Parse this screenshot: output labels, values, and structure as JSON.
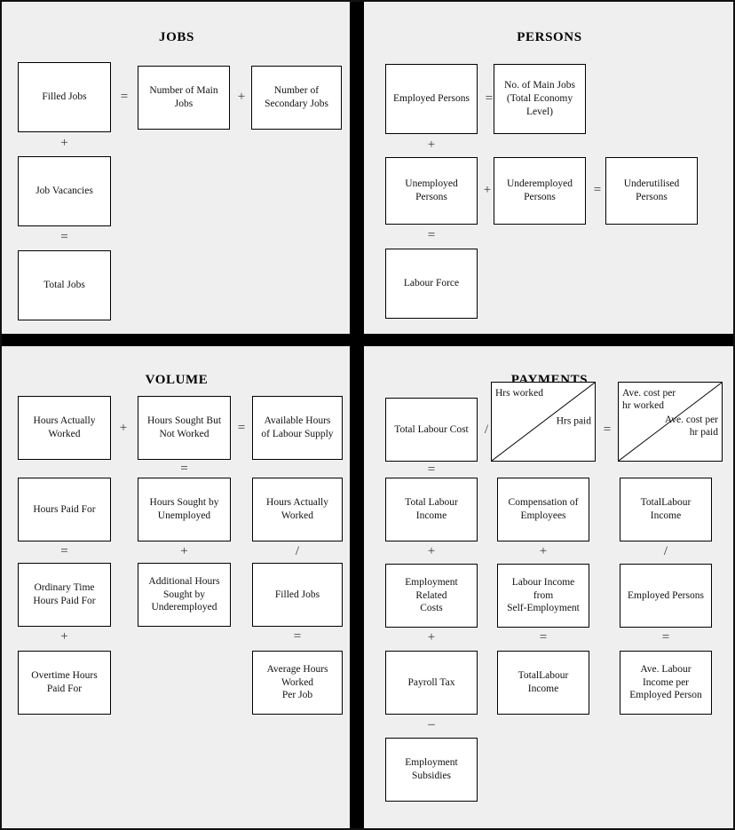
{
  "page": {
    "background": "#efefef",
    "divider_color": "#000000",
    "border_color": "#111111"
  },
  "quadrants": {
    "jobs": {
      "title": "JOBS",
      "boxes": {
        "filled_jobs": "Filled Jobs",
        "number_of_main_jobs": "Number of Main\nJobs",
        "number_of_secondary_jobs": "Number of\nSecondary Jobs",
        "job_vacancies": "Job Vacancies",
        "total_jobs": "Total Jobs"
      },
      "operators": {
        "equals_1": "=",
        "plus_1": "+",
        "plus_col1_a": "+",
        "equals_col1_b": "="
      }
    },
    "persons": {
      "title": "PERSONS",
      "boxes": {
        "employed_persons": "Employed Persons",
        "no_of_main_jobs_total_economy": "No. of Main Jobs\n(Total Economy\nLevel)",
        "unemployed_persons": "Unemployed\nPersons",
        "underemployed_persons": "Underemployed\nPersons",
        "underutilised_persons": "Underutilised\nPersons",
        "labour_force": "Labour Force"
      },
      "operators": {
        "equals_row1": "=",
        "plus_col1_a": "+",
        "plus_row2": "+",
        "equals_row2": "=",
        "equals_col1_b": "="
      }
    },
    "volume": {
      "title": "VOLUME",
      "boxes": {
        "hours_actually_worked": "Hours Actually\nWorked",
        "hours_sought_but_not_worked": "Hours Sought But\nNot Worked",
        "available_hours_of_labour_supply": "Available Hours\nof Labour Supply",
        "hours_paid_for": "Hours Paid For",
        "hours_sought_by_unemployed": "Hours Sought by\nUnemployed",
        "hours_actually_worked_2": "Hours Actually\nWorked",
        "ordinary_time_hours_paid_for": "Ordinary Time\nHours Paid For",
        "additional_hours_sought_by_underemployed": "Additional Hours\nSought by\nUnderemployed",
        "filled_jobs": "Filled Jobs",
        "overtime_hours_paid_for": "Overtime Hours\nPaid For",
        "average_hours_worked_per_job": "Average Hours\nWorked\nPer Job"
      },
      "operators": {
        "plus_row1": "+",
        "equals_row1": "=",
        "equals_c2_a": "=",
        "equals_c1_a": "=",
        "plus_c2_b": "+",
        "divide_c3_a": "/",
        "plus_c1_b": "+",
        "equals_c3_b": "="
      }
    },
    "payments": {
      "title": "PAYMENTS",
      "boxes": {
        "total_labour_cost": "Total Labour Cost",
        "total_labour_income_c1": "Total Labour\nIncome",
        "compensation_of_employees": "Compensation of\nEmployees",
        "total_labour_income_c3": "TotalLabour\nIncome",
        "employment_related_costs": "Employment\nRelated\nCosts",
        "labour_income_from_self_employment": "Labour Income\nfrom\nSelf-Employment",
        "employed_persons": "Employed Persons",
        "payroll_tax": "Payroll Tax",
        "total_labour_income_c2": "TotalLabour\nIncome",
        "ave_labour_income_per_employed_person": "Ave. Labour\nIncome per\nEmployed Person",
        "employment_subsidies": "Employment\nSubsidies"
      },
      "split_boxes": {
        "hours_box": {
          "top": "Hrs worked",
          "bottom": "Hrs paid"
        },
        "ave_cost_box": {
          "top": "Ave. cost per\nhr worked",
          "bottom": "Ave. cost per\nhr paid"
        }
      },
      "operators": {
        "divide_row1": "/",
        "equals_row1": "=",
        "equals_c1_a": "=",
        "plus_c1_b": "+",
        "plus_c1_c": "+",
        "minus_c1_d": "–",
        "plus_c2_b": "+",
        "equals_c2_c": "=",
        "divide_c3_b": "/",
        "equals_c3_c": "="
      }
    }
  }
}
